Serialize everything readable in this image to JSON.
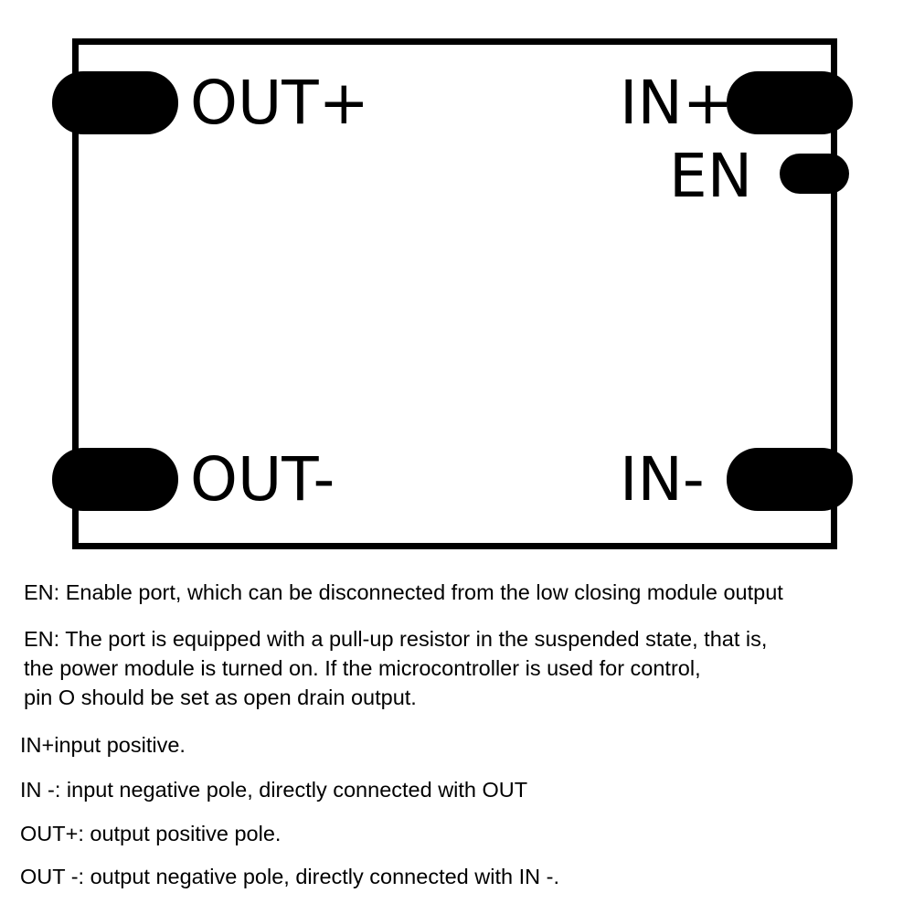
{
  "diagram": {
    "pins": {
      "out_plus": "OUT+",
      "out_minus": "OUT-",
      "in_plus": "IN+",
      "in_minus": "IN-",
      "en": "EN"
    }
  },
  "notes": {
    "line1": "EN: Enable port, which can be disconnected from the low closing module output",
    "line2a": "EN: The port is equipped with a pull-up resistor in the suspended state, that is,",
    "line2b": "the power module is turned on. If the microcontroller is used for control,",
    "line2c": "pin O should be set as open drain output.",
    "line3": "IN+input positive.",
    "line4": "IN -: input negative pole, directly connected with OUT",
    "line5": "OUT+: output positive pole.",
    "line6": "OUT -: output negative pole, directly connected with IN -."
  }
}
